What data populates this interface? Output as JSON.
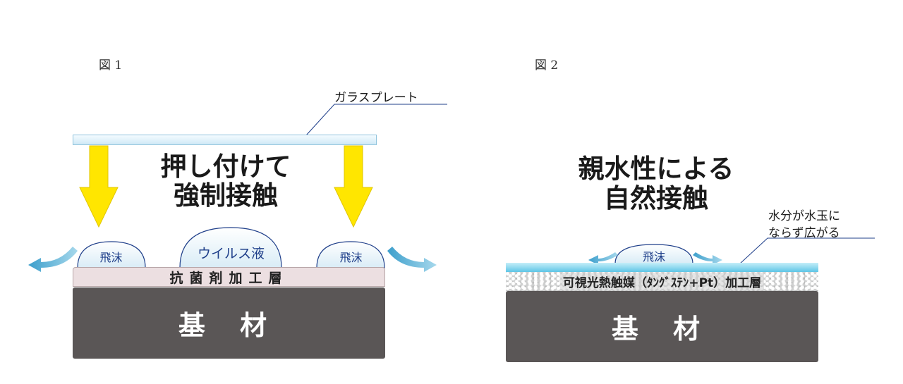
{
  "figure1": {
    "label": "図 1",
    "glass_plate_label": "ガラスプレート",
    "heading_line1": "押し付けて",
    "heading_line2": "強制接触",
    "droplet_left": "飛沫",
    "droplet_right": "飛沫",
    "virus_droplet": "ウイルス液",
    "coating_layer": "抗菌剤加工層",
    "substrate": "基 材"
  },
  "figure2": {
    "label": "図 2",
    "heading_line1": "親水性による",
    "heading_line2": "自然接触",
    "water_callout_line1": "水分が水玉に",
    "water_callout_line2": "ならず広がる",
    "droplet": "飛沫",
    "coating_layer": "可視光熱触媒（ﾀﾝｸﾞｽﾃﾝ+Pt）加工層",
    "substrate": "基 材"
  },
  "colors": {
    "arrow_yellow": "#ffe600",
    "outflow_arrow": "#5bb3d6",
    "droplet_outline": "#1f3f8a",
    "substrate": "#5a5656",
    "water_film": "#5fc5e6"
  },
  "icons": {
    "press_arrow": "down-arrow-icon",
    "outflow_arrow": "curved-arrow-icon"
  }
}
